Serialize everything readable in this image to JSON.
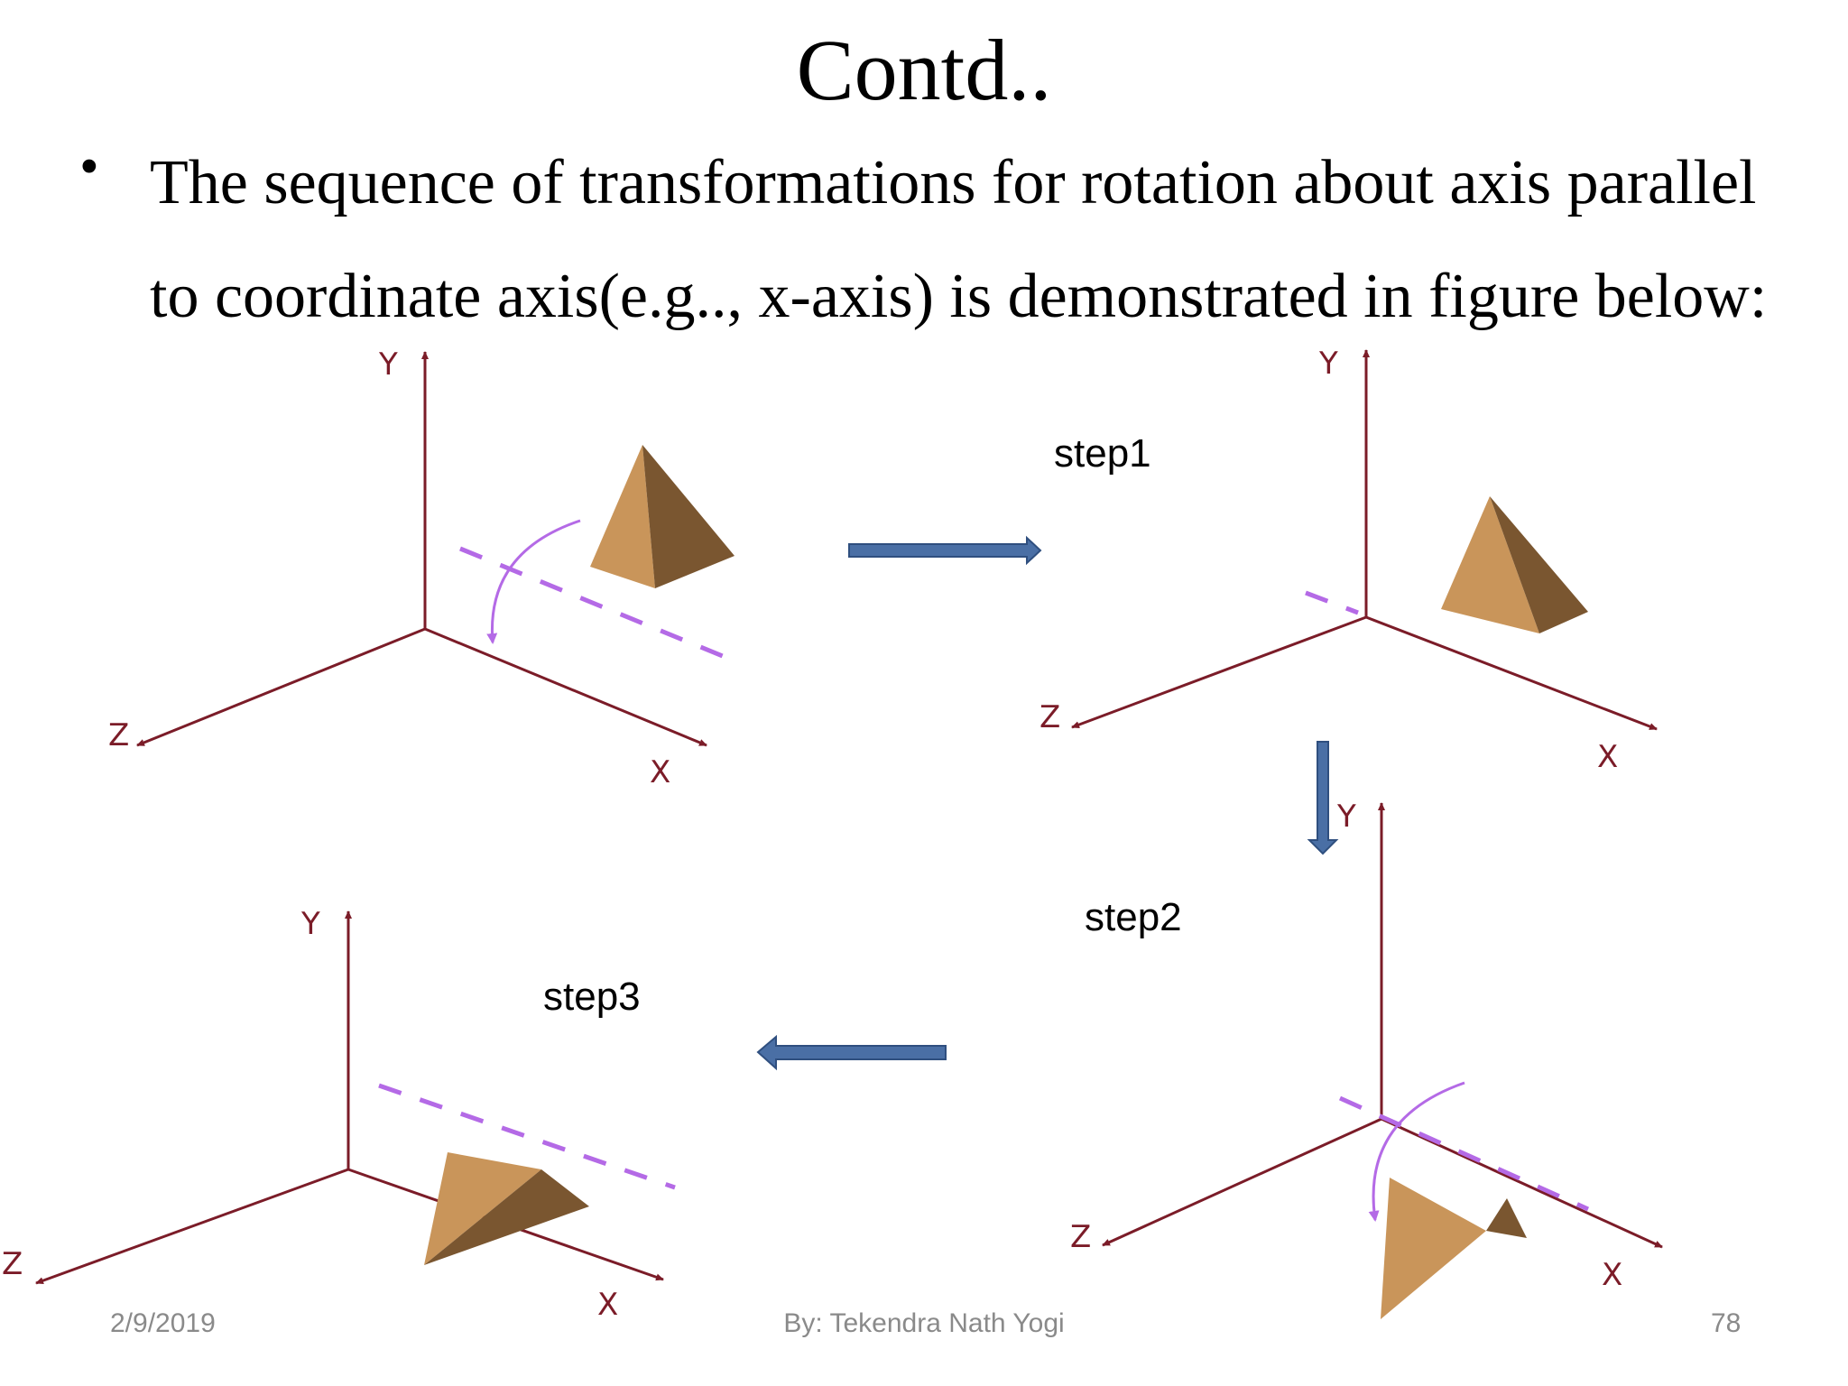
{
  "slide": {
    "title": "Contd..",
    "bullet": "The sequence of transformations for rotation about axis parallel to coordinate axis(e.g.., x-axis) is demonstrated in figure below:"
  },
  "diagram": {
    "steps": [
      "step1",
      "step2",
      "step3"
    ],
    "axis_labels": {
      "x": "X",
      "y": "Y",
      "z": "Z"
    },
    "colors": {
      "axis": "#7b1c28",
      "rotation_axis": "#b46ae6",
      "pyramid_light": "#c9955a",
      "pyramid_dark": "#7a5630",
      "arrow_fill": "#4a6fa5",
      "arrow_stroke": "#2f4f7f"
    }
  },
  "footer": {
    "date": "2/9/2019",
    "author": "By: Tekendra Nath Yogi",
    "page": "78"
  }
}
